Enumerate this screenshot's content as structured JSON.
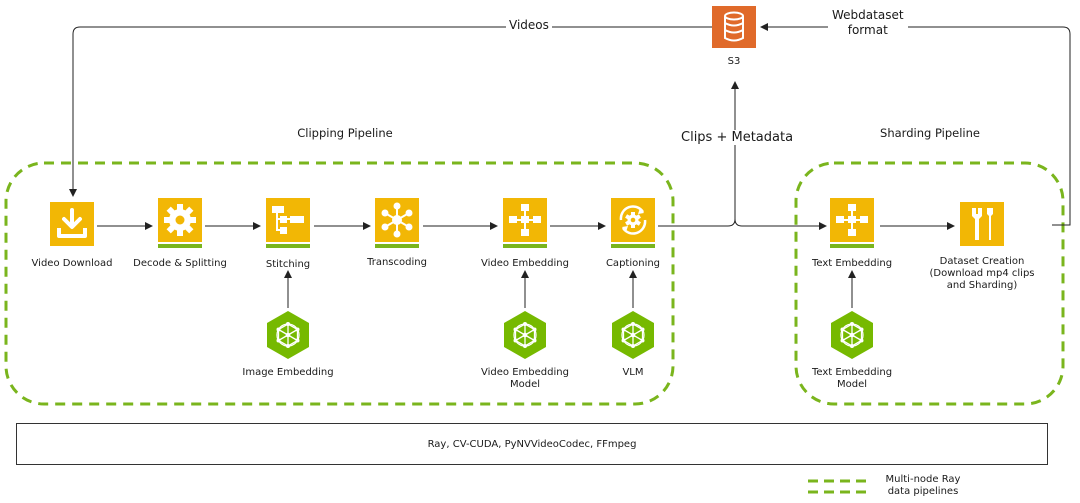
{
  "colors": {
    "tile": "#f2b705",
    "bar": "#7ab51d",
    "model": "#76b900",
    "s3": "#e06a2a",
    "dashed": "#7ab51d",
    "line": "#222222"
  },
  "top": {
    "videos": "Videos",
    "s3": "S3",
    "webdataset": "Webdataset\nformat",
    "clips_metadata": "Clips + Metadata"
  },
  "clipping": {
    "title": "Clipping Pipeline",
    "stages": [
      {
        "label": "Video Download",
        "icon": "download-icon"
      },
      {
        "label": "Decode & Splitting",
        "icon": "gear-icon"
      },
      {
        "label": "Stitching",
        "icon": "hierarchy-icon"
      },
      {
        "label": "Transcoding",
        "icon": "network-icon"
      },
      {
        "label": "Video Embedding",
        "icon": "flowchart-icon"
      },
      {
        "label": "Captioning",
        "icon": "cycle-gear-icon"
      }
    ],
    "models": [
      {
        "label": "Image Embedding"
      },
      {
        "label": "Video Embedding\nModel"
      },
      {
        "label": "VLM"
      }
    ]
  },
  "sharding": {
    "title": "Sharding Pipeline",
    "stages": [
      {
        "label": "Text Embedding",
        "icon": "flowchart-icon"
      },
      {
        "label": "Dataset Creation\n(Download mp4 clips\nand Sharding)",
        "icon": "tools-icon"
      }
    ],
    "models": [
      {
        "label": "Text Embedding\nModel"
      }
    ]
  },
  "tech": "Ray, CV-CUDA, PyNVVideoCodec, FFmpeg",
  "legend": {
    "label": "Multi-node Ray\ndata pipelines"
  }
}
